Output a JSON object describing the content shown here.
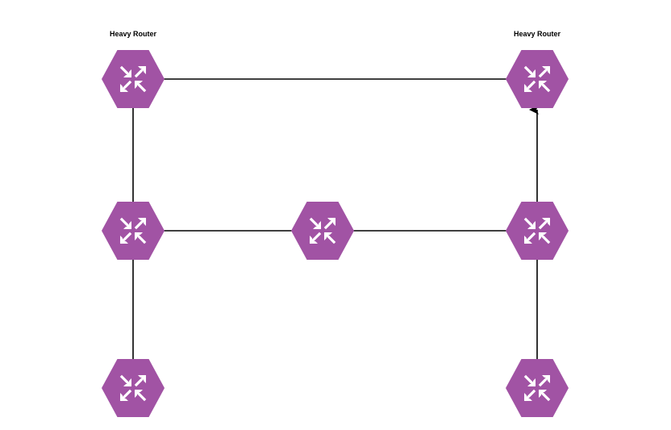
{
  "diagram": {
    "colors": {
      "router_fill": "#A153A4",
      "router_icon": "#ffffff",
      "connector": "#000000",
      "background": "#ffffff"
    },
    "nodes": [
      {
        "id": "router-top-left",
        "label": "Heavy Router",
        "icon": "router-arrows-icon"
      },
      {
        "id": "router-top-right",
        "label": "Heavy Router",
        "icon": "router-arrows-icon"
      },
      {
        "id": "router-mid-left",
        "label": "",
        "icon": "router-arrows-icon"
      },
      {
        "id": "router-mid-center",
        "label": "",
        "icon": "router-arrows-icon"
      },
      {
        "id": "router-mid-right",
        "label": "",
        "icon": "router-arrows-icon"
      },
      {
        "id": "router-bottom-left",
        "label": "",
        "icon": "router-arrows-icon"
      },
      {
        "id": "router-bottom-right",
        "label": "",
        "icon": "router-arrows-icon"
      }
    ],
    "edges": [
      {
        "from": "router-top-left",
        "to": "router-top-right",
        "arrow": false
      },
      {
        "from": "router-top-left",
        "to": "router-mid-left",
        "arrow": false
      },
      {
        "from": "router-mid-left",
        "to": "router-mid-center",
        "arrow": false
      },
      {
        "from": "router-mid-center",
        "to": "router-mid-right",
        "arrow": false
      },
      {
        "from": "router-mid-right",
        "to": "router-top-right",
        "arrow": true
      },
      {
        "from": "router-mid-left",
        "to": "router-bottom-left",
        "arrow": false
      },
      {
        "from": "router-bottom-right",
        "to": "router-mid-right",
        "arrow": false
      }
    ]
  }
}
